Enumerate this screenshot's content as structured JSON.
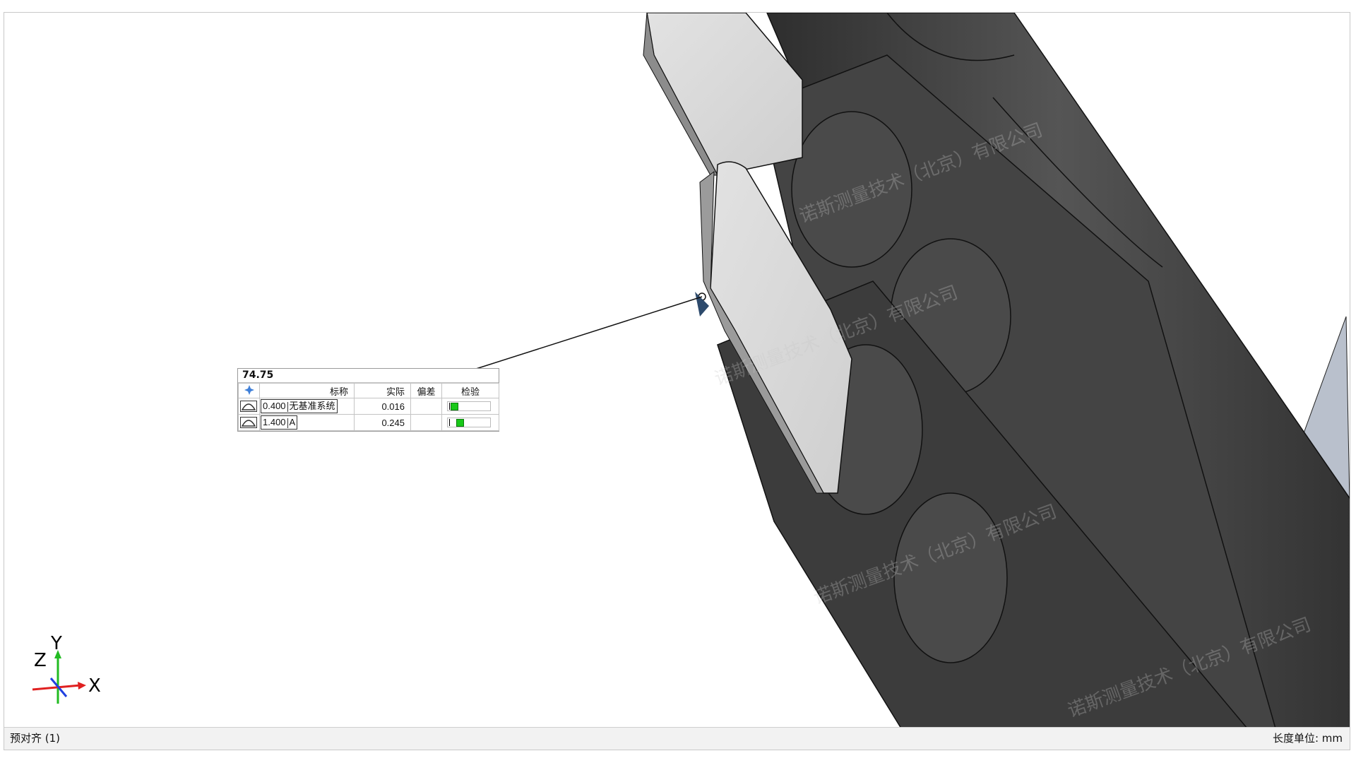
{
  "callout": {
    "title": "74.75",
    "headers": {
      "nominal": "标称",
      "actual": "实际",
      "deviation": "偏差",
      "check": "检验"
    },
    "rows": [
      {
        "symbol": "profile-of-surface-icon",
        "tolerance": "0.400",
        "datum": "无基准系统",
        "actual": "0.016",
        "deviation": "",
        "check_fraction": 0.04
      },
      {
        "symbol": "profile-of-surface-icon",
        "tolerance": "1.400",
        "datum": "A",
        "actual": "0.245",
        "deviation": "",
        "check_fraction": 0.175
      }
    ]
  },
  "watermark": "诺斯测量技术（北京）有限公司",
  "axes": {
    "x": "X",
    "y": "Y",
    "z": "Z"
  },
  "status": {
    "left": "预对齐 (1)",
    "right": "长度单位: mm"
  },
  "colors": {
    "accent_green": "#18c818",
    "dark_cylinder": "#4a4a4a",
    "plate": "#d6d6d6"
  }
}
